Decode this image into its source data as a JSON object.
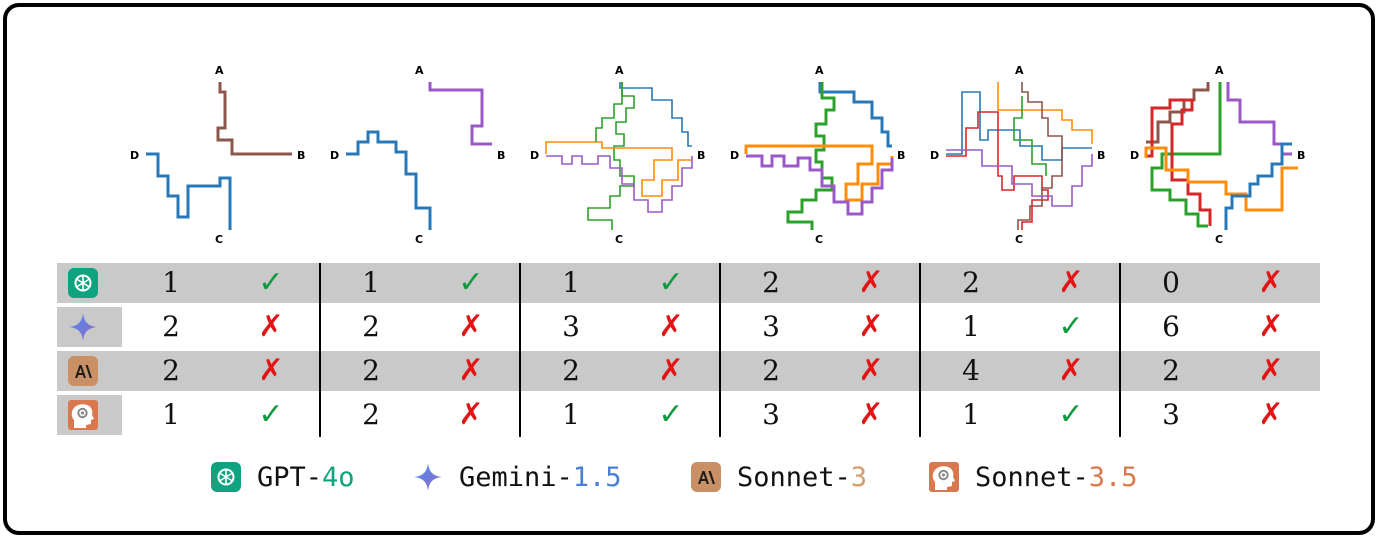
{
  "points": {
    "a": "A",
    "b": "B",
    "c": "C",
    "d": "D"
  },
  "models": [
    {
      "id": "gpt",
      "name": "GPT-",
      "version": "4o",
      "version_color": "#10a37f",
      "icon": "openai-logo-icon"
    },
    {
      "id": "gemini",
      "name": "Gemini-",
      "version": "1.5",
      "version_color": "#4a7fd4",
      "icon": "gemini-sparkle-icon"
    },
    {
      "id": "sonnet3",
      "name": "Sonnet-",
      "version": "3",
      "version_color": "#d49d70",
      "icon": "anthropic-logo-icon"
    },
    {
      "id": "sonnet35",
      "name": "Sonnet-",
      "version": "3.5",
      "version_color": "#d9784f",
      "icon": "head-gear-icon"
    }
  ],
  "results": [
    [
      {
        "n": "1",
        "ok": true
      },
      {
        "n": "1",
        "ok": true
      },
      {
        "n": "1",
        "ok": true
      },
      {
        "n": "2",
        "ok": false
      },
      {
        "n": "2",
        "ok": false
      },
      {
        "n": "0",
        "ok": false
      }
    ],
    [
      {
        "n": "2",
        "ok": false
      },
      {
        "n": "2",
        "ok": false
      },
      {
        "n": "3",
        "ok": false
      },
      {
        "n": "3",
        "ok": false
      },
      {
        "n": "1",
        "ok": true
      },
      {
        "n": "6",
        "ok": false
      }
    ],
    [
      {
        "n": "2",
        "ok": false
      },
      {
        "n": "2",
        "ok": false
      },
      {
        "n": "2",
        "ok": false
      },
      {
        "n": "2",
        "ok": false
      },
      {
        "n": "4",
        "ok": false
      },
      {
        "n": "2",
        "ok": false
      }
    ],
    [
      {
        "n": "1",
        "ok": true
      },
      {
        "n": "2",
        "ok": false
      },
      {
        "n": "1",
        "ok": true
      },
      {
        "n": "3",
        "ok": false
      },
      {
        "n": "1",
        "ok": true
      },
      {
        "n": "3",
        "ok": false
      }
    ]
  ],
  "marks": {
    "check": "✓",
    "cross": "✗"
  },
  "colors": {
    "check": "#0f9a3f",
    "cross": "#e01515",
    "row_band": "#c9c9c9",
    "blue": "#2878b8",
    "brown": "#8c564b",
    "purple": "#9b59c8",
    "green": "#2ca02c",
    "orange": "#ff8c0a",
    "red": "#d62728"
  }
}
